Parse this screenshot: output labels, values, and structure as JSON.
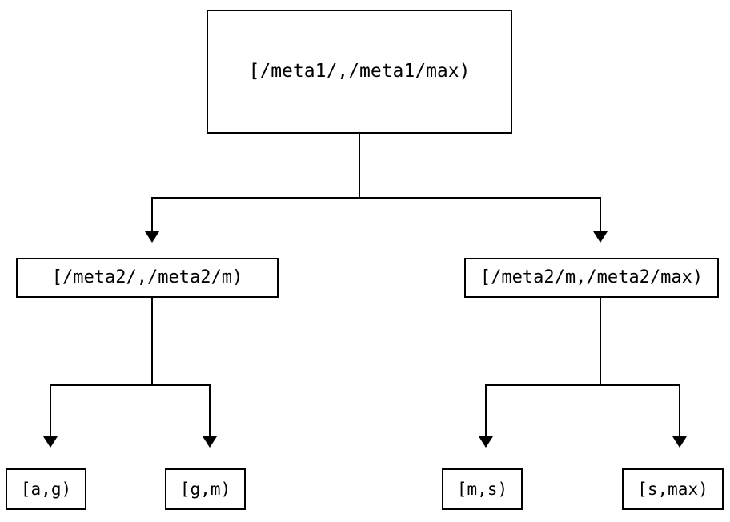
{
  "diagram": {
    "type": "tree",
    "orientation": "top-down",
    "stroke_color": "#000000",
    "background_color": "#ffffff",
    "nodes": {
      "root": {
        "label": "[/meta1/,/meta1/max)"
      },
      "mid_left": {
        "label": "[/meta2/,/meta2/m)"
      },
      "mid_right": {
        "label": "[/meta2/m,/meta2/max)"
      },
      "leaf_1": {
        "label": "[a,g)"
      },
      "leaf_2": {
        "label": "[g,m)"
      },
      "leaf_3": {
        "label": "[m,s)"
      },
      "leaf_4": {
        "label": "[s,max)"
      }
    },
    "edges": [
      {
        "from": "root",
        "to": "mid_left",
        "arrow": "down-triangle"
      },
      {
        "from": "root",
        "to": "mid_right",
        "arrow": "down-triangle"
      },
      {
        "from": "mid_left",
        "to": "leaf_1",
        "arrow": "down-triangle"
      },
      {
        "from": "mid_left",
        "to": "leaf_2",
        "arrow": "down-triangle"
      },
      {
        "from": "mid_right",
        "to": "leaf_3",
        "arrow": "down-triangle"
      },
      {
        "from": "mid_right",
        "to": "leaf_4",
        "arrow": "down-triangle"
      }
    ]
  }
}
